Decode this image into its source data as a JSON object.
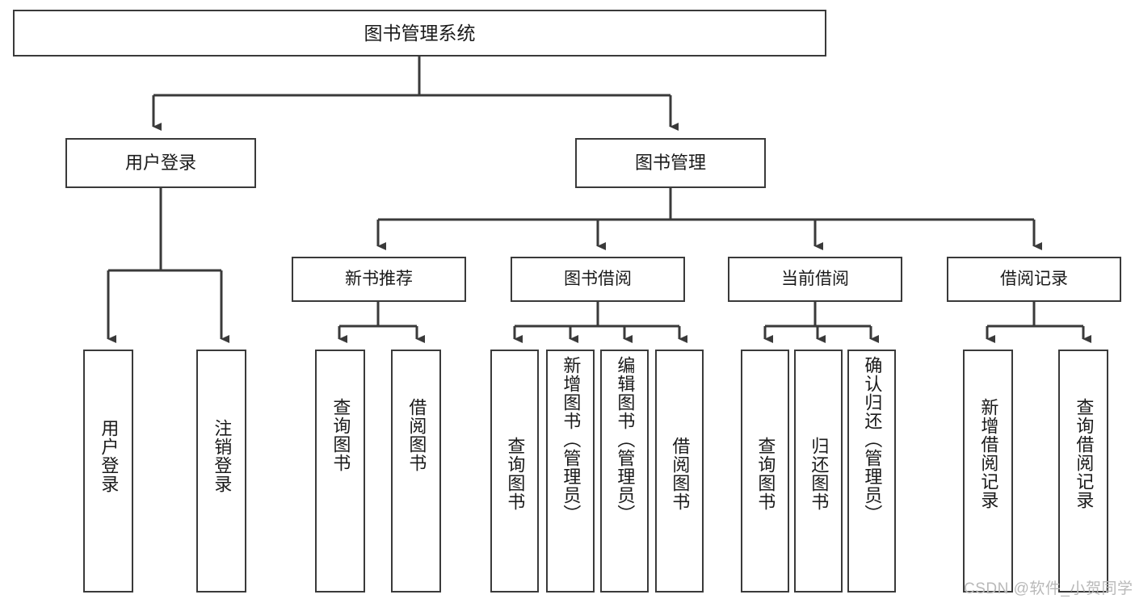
{
  "diagram": {
    "title": "图书管理系统",
    "type": "tree-hierarchy-diagram",
    "root": {
      "id": "root",
      "label": "图书管理系统"
    },
    "level2": [
      {
        "id": "user-login",
        "label": "用户登录"
      },
      {
        "id": "book-manage",
        "label": "图书管理"
      }
    ],
    "level3": [
      {
        "id": "new-book-rec",
        "label": "新书推荐"
      },
      {
        "id": "book-borrow",
        "label": "图书借阅"
      },
      {
        "id": "current-borrow",
        "label": "当前借阅"
      },
      {
        "id": "borrow-record",
        "label": "借阅记录"
      }
    ],
    "leaves": {
      "user_login": [
        {
          "id": "leaf-user-login",
          "label": "用户登录"
        },
        {
          "id": "leaf-logout",
          "label": "注销登录"
        }
      ],
      "new_book_rec": [
        {
          "id": "leaf-query-book-1",
          "label": "查询图书"
        },
        {
          "id": "leaf-borrow-book-1",
          "label": "借阅图书"
        }
      ],
      "book_borrow": [
        {
          "id": "leaf-query-book-2",
          "label": "查询图书"
        },
        {
          "id": "leaf-add-book",
          "label": "新增图书（管理员）"
        },
        {
          "id": "leaf-edit-book",
          "label": "编辑图书（管理员）"
        },
        {
          "id": "leaf-borrow-book-2",
          "label": "借阅图书"
        }
      ],
      "current_borrow": [
        {
          "id": "leaf-query-book-3",
          "label": "查询图书"
        },
        {
          "id": "leaf-return-book",
          "label": "归还图书"
        },
        {
          "id": "leaf-confirm-return",
          "label": "确认归还（管理员）"
        }
      ],
      "borrow_record": [
        {
          "id": "leaf-add-record",
          "label": "新增借阅记录"
        },
        {
          "id": "leaf-query-record",
          "label": "查询借阅记录"
        }
      ]
    },
    "colors": {
      "stroke": "#3a3a3a",
      "fill": "#ffffff",
      "text": "#1a1a1a",
      "watermark": "#b9b9b9"
    }
  },
  "watermark": {
    "text": "CSDN @软件_小贺同学"
  }
}
